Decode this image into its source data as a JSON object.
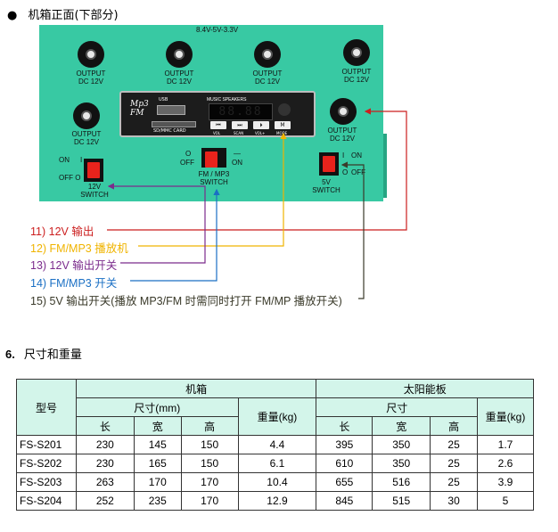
{
  "heading": "机箱正面(下部分)",
  "bullet": "●",
  "panel": {
    "voltage_label": "8.4V-5V-3.3V",
    "jack_label_line1": "OUTPUT",
    "jack_label_line2": "DC 12V",
    "mp3": {
      "logo_line1": "Mp3",
      "logo_line2": "FM",
      "title": "MUSIC SPEAKERS",
      "usb": "USB",
      "sd": "SD/MMC CARD",
      "buttons": [
        "VOL",
        "SCAN",
        "VOL+",
        "MODE"
      ]
    },
    "sw12_on": "ON",
    "sw12_i": "I",
    "sw12_off": "OFF O",
    "sw12_name_line1": "12V",
    "sw12_name_line2": "SWITCH",
    "fm_o": "O",
    "fm_off": "OFF",
    "fm_dash": "—",
    "fm_on": "ON",
    "fm_name_line1": "FM / MP3",
    "fm_name_line2": "SWITCH",
    "sw5_i": "I",
    "sw5_on": "ON",
    "sw5_o": "O",
    "sw5_off": "OFF",
    "sw5_name_line1": "5V",
    "sw5_name_line2": "SWITCH"
  },
  "legend": [
    {
      "text": "11) 12V  输出",
      "color": "#cc1f1f"
    },
    {
      "text": "12) FM/MP3  播放机",
      "color": "#f0b400"
    },
    {
      "text": "13) 12V  输出开关",
      "color": "#7b2b8c"
    },
    {
      "text": "14) FM/MP3  开关",
      "color": "#1a6fc4"
    },
    {
      "text": "15) 5V  输出开关(播放 MP3/FM 时需同时打开 FM/MP 播放开关)",
      "color": "#3a3a2a"
    }
  ],
  "section": {
    "number": "6.",
    "title": "尺寸和重量"
  },
  "table": {
    "col_model": "型号",
    "group_box": "机箱",
    "group_solar": "太阳能板",
    "box_size": "尺寸(mm)",
    "solar_size": "尺寸",
    "weight": "重量(kg)",
    "dims": [
      "长",
      "宽",
      "高"
    ],
    "rows": [
      {
        "model": "FS-S201",
        "box": [
          "230",
          "145",
          "150"
        ],
        "box_w": "4.4",
        "solar": [
          "395",
          "350",
          "25"
        ],
        "solar_w": "1.7"
      },
      {
        "model": "FS-S202",
        "box": [
          "230",
          "165",
          "150"
        ],
        "box_w": "6.1",
        "solar": [
          "610",
          "350",
          "25"
        ],
        "solar_w": "2.6"
      },
      {
        "model": "FS-S203",
        "box": [
          "263",
          "170",
          "170"
        ],
        "box_w": "10.4",
        "solar": [
          "655",
          "516",
          "25"
        ],
        "solar_w": "3.9"
      },
      {
        "model": "FS-S204",
        "box": [
          "252",
          "235",
          "170"
        ],
        "box_w": "12.9",
        "solar": [
          "845",
          "515",
          "30"
        ],
        "solar_w": "5"
      }
    ]
  },
  "colors": {
    "panel": "#38c9a3",
    "table_header": "#d3f5ea",
    "switch_red": "#e8231c"
  }
}
